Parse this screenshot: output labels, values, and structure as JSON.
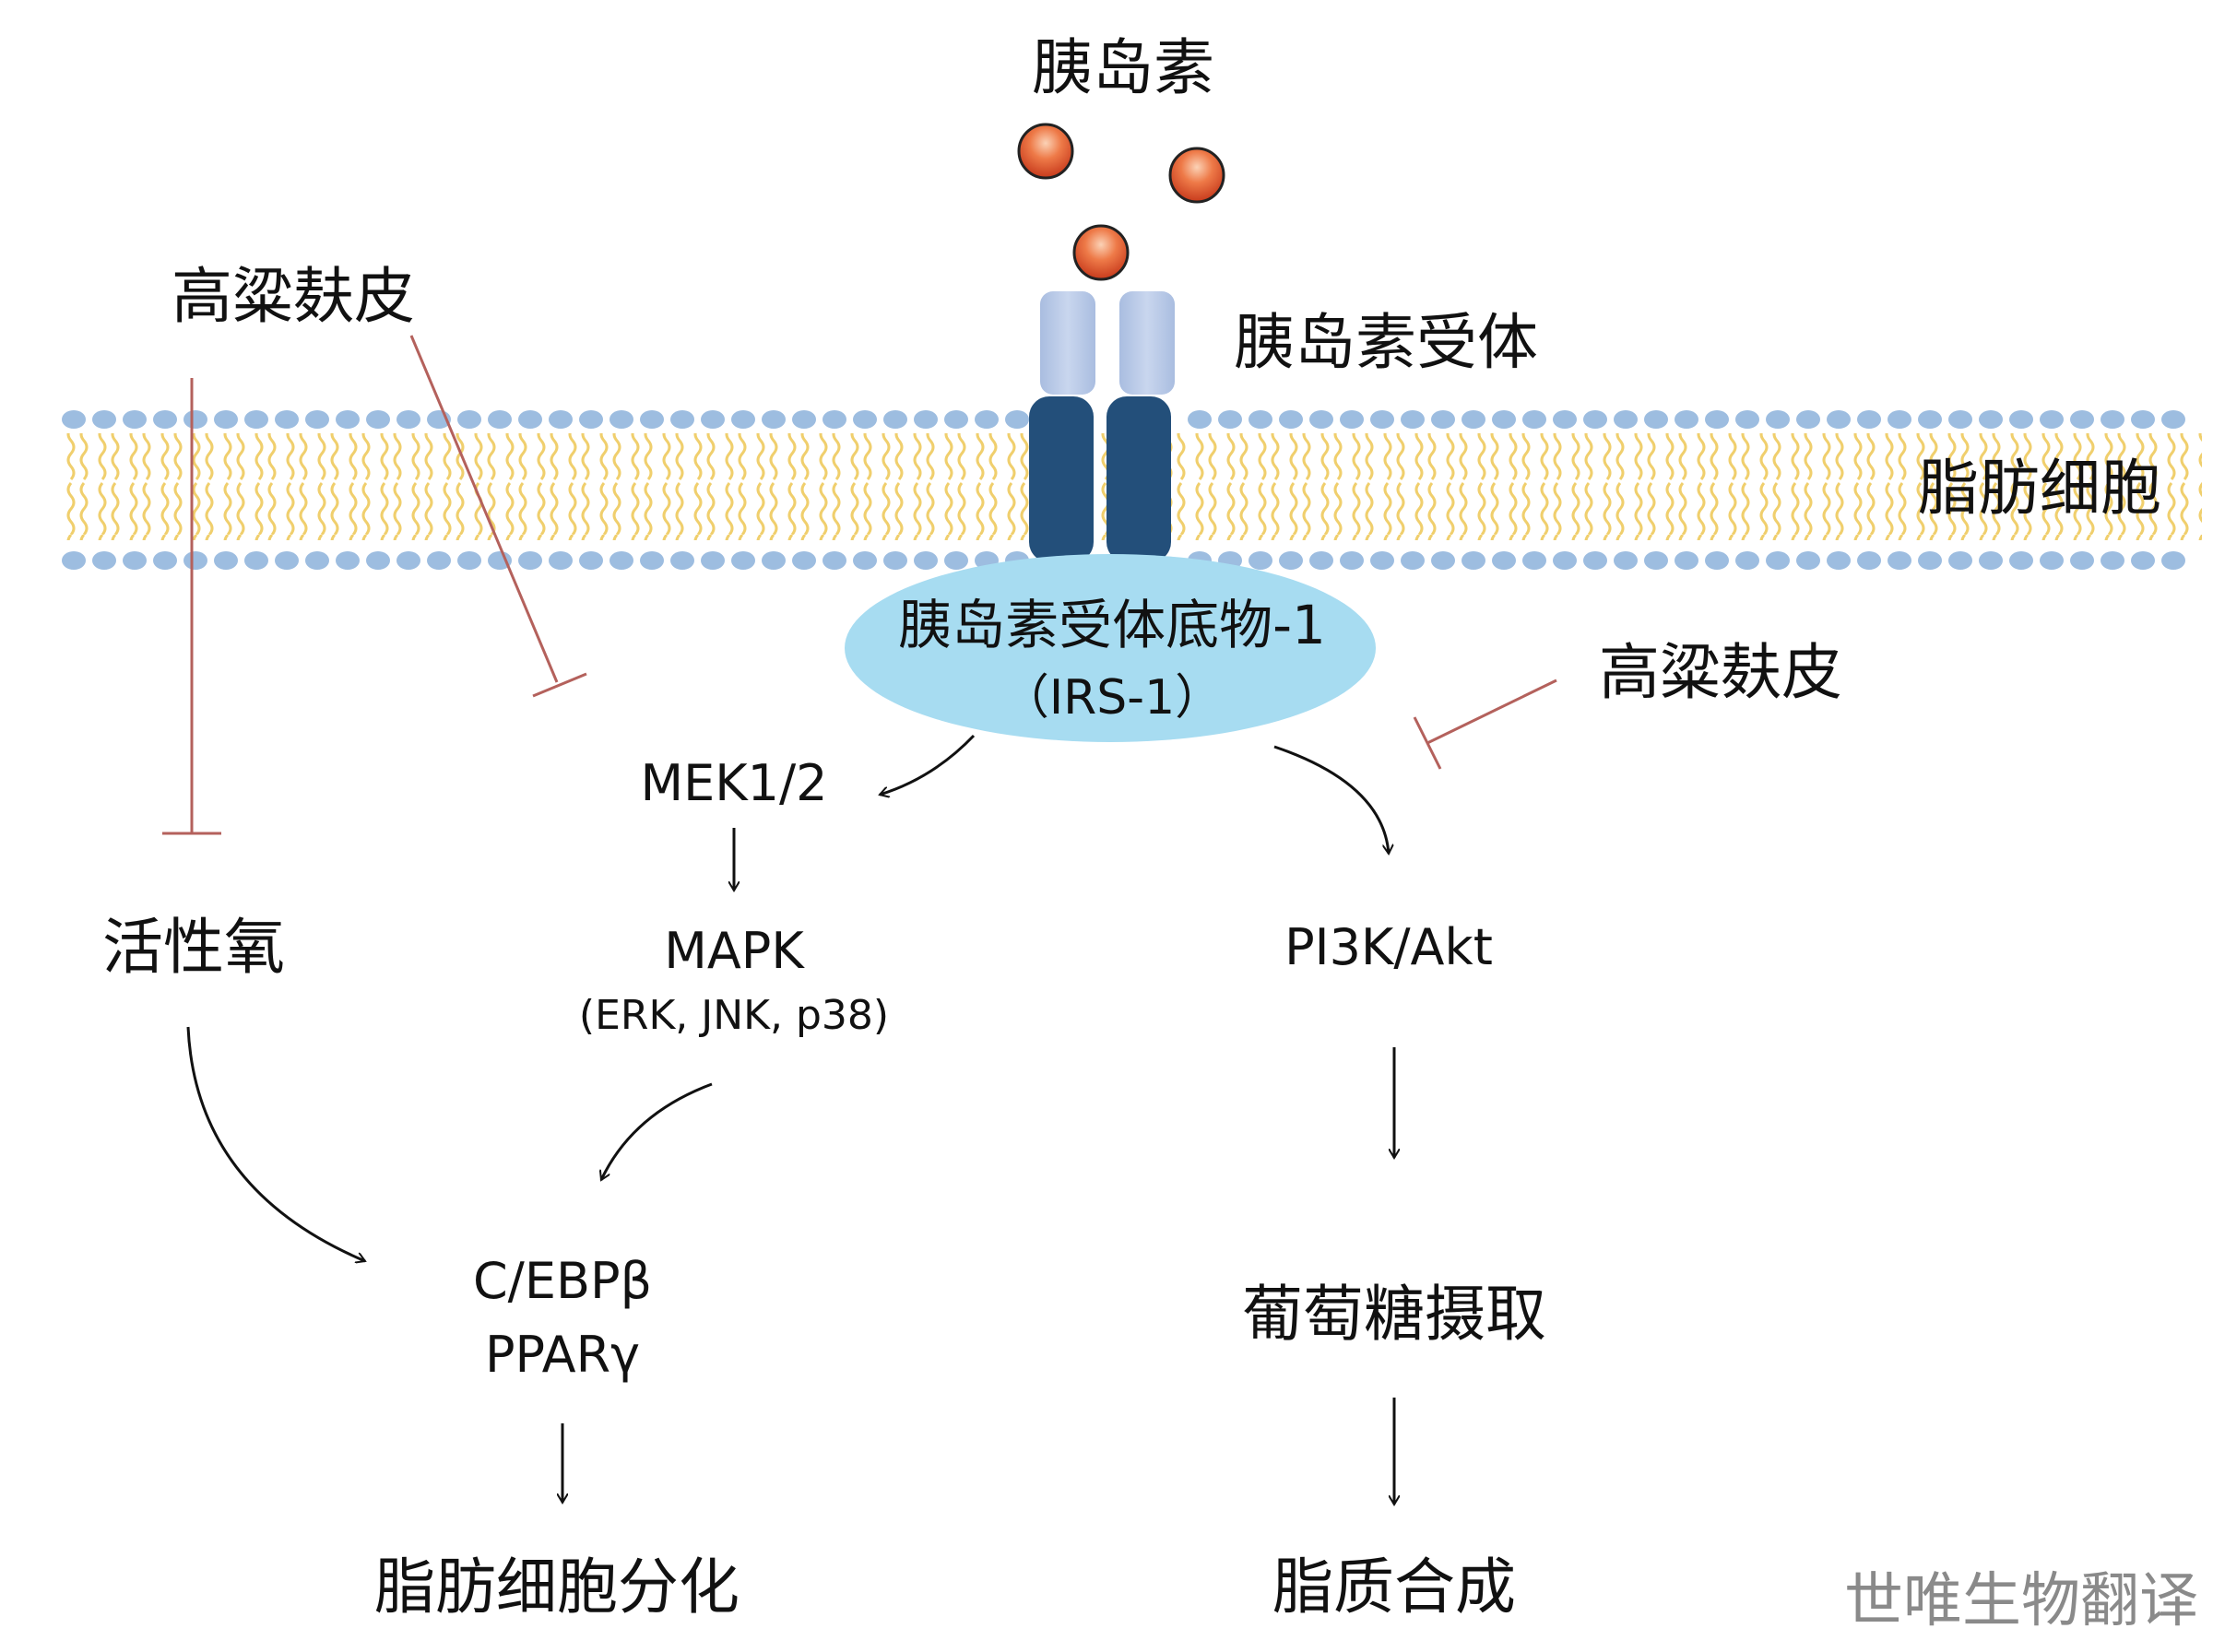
{
  "labels": {
    "insulin": "胰岛素",
    "insulin_receptor": "胰岛素受体",
    "adipocyte": "脂肪细胞",
    "irs1_line1": "胰岛素受体底物-1",
    "irs1_line2": "（IRS-1）",
    "sorghum_bran_left": "高粱麸皮",
    "sorghum_bran_right": "高粱麸皮",
    "mek": "MEK1/2",
    "mapk": "MAPK",
    "mapk_sub": "(ERK, JNK, p38)",
    "ros": "活性氧",
    "cebp": "C/EBPβ",
    "ppar": "PPARγ",
    "differentiation": "脂肪细胞分化",
    "pi3k": "PI3K/Akt",
    "glucose_uptake": "葡萄糖摄取",
    "lipid_synthesis": "脂质合成",
    "watermark": "世唯生物翻译"
  },
  "colors": {
    "membrane_head": "#9dbde0",
    "membrane_tail": "#f1d37a",
    "receptor_top": "#b8c8e4",
    "receptor_bottom": "#234f7a",
    "irs_ellipse": "#a7dcf1",
    "insulin_ball": "#e0542c",
    "inhibit_line": "#b4615c",
    "arrow": "#111111"
  }
}
